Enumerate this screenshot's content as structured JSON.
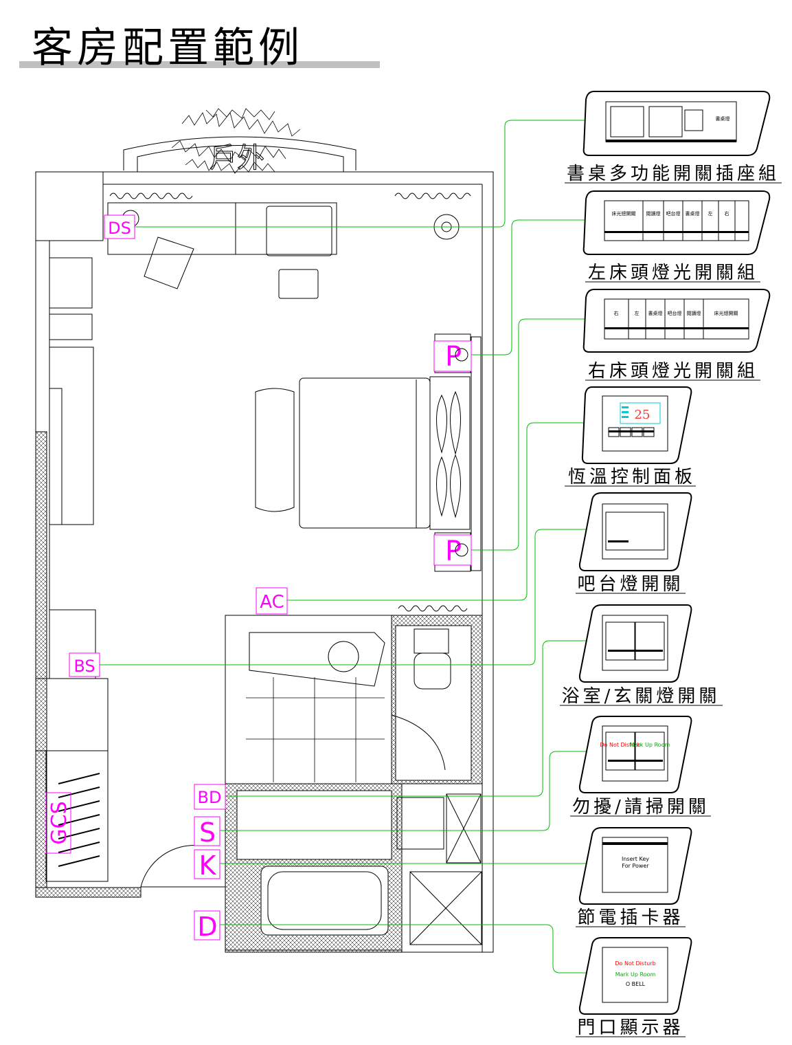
{
  "title": "客房配置範例",
  "plan": {
    "outside_label": "戶外",
    "tags": {
      "ds": "DS",
      "p_top": "P",
      "p_bottom": "P",
      "ac": "AC",
      "bs": "BS",
      "bd": "BD",
      "s": "S",
      "k": "K",
      "d": "D",
      "gcs": "GCS"
    }
  },
  "panels": [
    {
      "caption": "書桌多功能開關插座組",
      "labels": [
        "書桌燈"
      ]
    },
    {
      "caption": "左床頭燈光開關組",
      "labels": [
        "床光總開關",
        "閱讀燈",
        "吧台燈",
        "書桌燈",
        "左",
        "右"
      ]
    },
    {
      "caption": "右床頭燈光開關組",
      "labels": [
        "右",
        "左",
        "書桌燈",
        "吧台燈",
        "閱讀燈",
        "床光總開關"
      ]
    },
    {
      "caption": "恆溫控制面板",
      "labels": [
        "25"
      ]
    },
    {
      "caption": "吧台燈開關",
      "labels": []
    },
    {
      "caption": "浴室/玄關燈開關",
      "labels": []
    },
    {
      "caption": "勿擾/請掃開關",
      "labels": [
        "Do Not Disturb",
        "Mark Up Room"
      ]
    },
    {
      "caption": "節電插卡器",
      "labels": [
        "Insert Key",
        "For Power"
      ]
    },
    {
      "caption": "門口顯示器",
      "labels": [
        "Do Not Disturb",
        "Mark Up Room",
        "O BELL"
      ]
    }
  ],
  "colors": {
    "tag": "#ff00ff",
    "leader": "#00c000",
    "title_bar": "#c0c0c0",
    "thermo": "#00cccc",
    "dnd": "#ff0000",
    "mur": "#00b000"
  }
}
